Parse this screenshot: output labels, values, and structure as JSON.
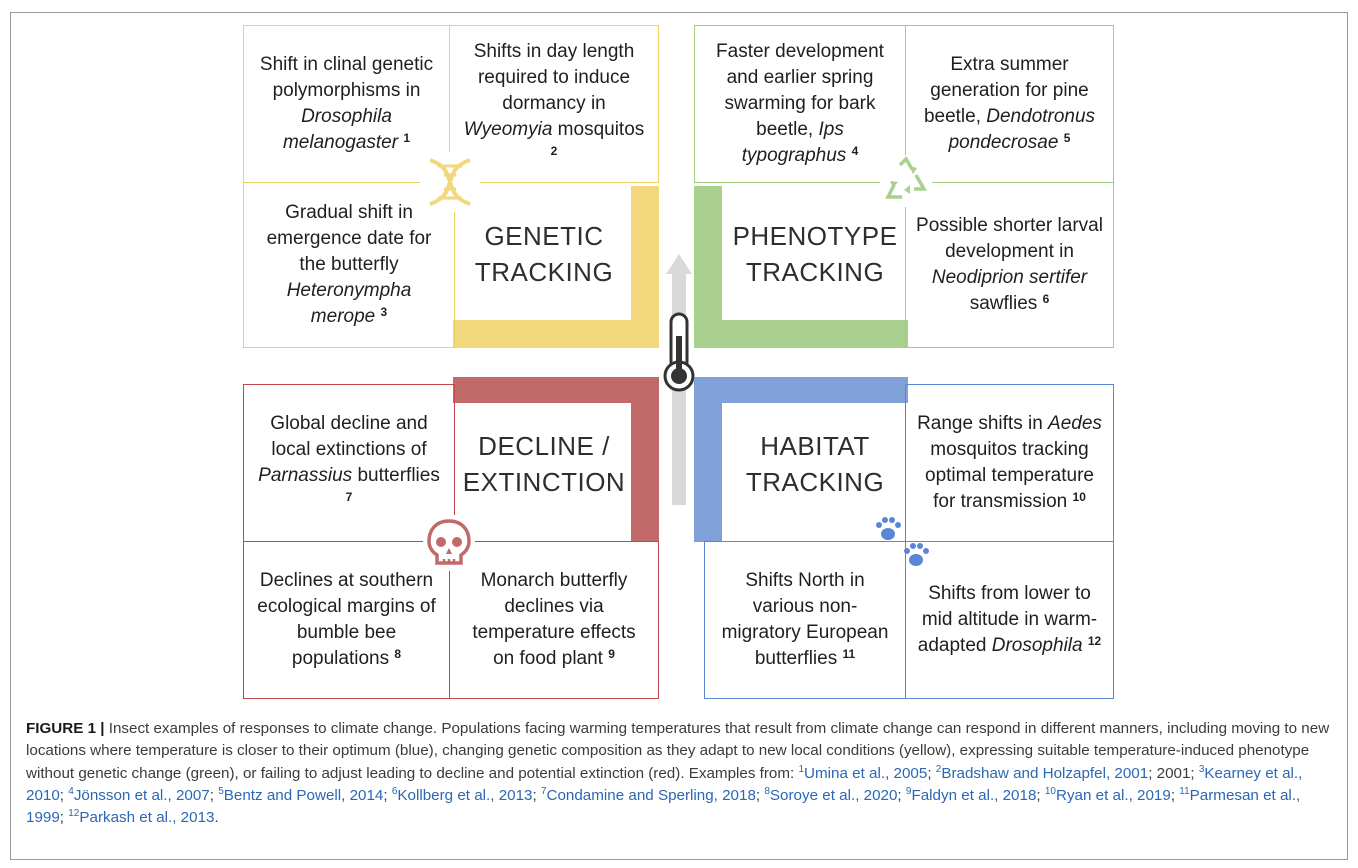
{
  "figure": {
    "categories": {
      "genetic": [
        "GENETIC",
        "TRACKING"
      ],
      "phenotype": [
        "PHENOTYPE",
        "TRACKING"
      ],
      "decline": [
        "DECLINE /",
        "EXTINCTION"
      ],
      "habitat": [
        "HABITAT",
        "TRACKING"
      ]
    },
    "colors": {
      "genetic": "#f3d77d",
      "phenotype": "#a9d08e",
      "decline": "#c26a6a",
      "habitat": "#7fa0d8",
      "arrow": "#d9d9d9"
    },
    "boxes": {
      "g1": {
        "text": "Shift in clinal genetic polymorphisms in ",
        "italic": "Drosophila melanogaster",
        "num": "1"
      },
      "g2": {
        "text": "Shifts in day length required to induce dormancy in ",
        "italic": "Wyeomyia",
        "after": " mosquitos",
        "num": "2"
      },
      "g3": {
        "text": "Gradual shift in emergence date for the butterfly ",
        "italic": "Heteronympha merope",
        "num": "3"
      },
      "p1": {
        "text": "Faster development and earlier spring swarming for bark beetle, ",
        "italic": "Ips typographus",
        "num": "4"
      },
      "p2": {
        "text": "Extra summer generation for pine beetle, ",
        "italic": "Dendotronus pondecrosae",
        "num": "5"
      },
      "p3": {
        "text": "Possible shorter larval development in ",
        "italic": "Neodiprion sertifer",
        "after": " sawflies",
        "num": "6"
      },
      "d1": {
        "text": "Global decline and local extinctions of ",
        "italic": "Parnassius",
        "after": " butterflies",
        "num": "7"
      },
      "d2": {
        "text": "Declines at southern ecological margins of bumble bee populations",
        "num": "8"
      },
      "d3": {
        "text": "Monarch butterfly declines via temperature effects on food plant",
        "num": "9"
      },
      "h1": {
        "text": "Range shifts in ",
        "italic": "Aedes",
        "after": " mosquitos tracking optimal temperature for transmission",
        "num": "10"
      },
      "h2": {
        "text": "Shifts North in various non-migratory European butterflies",
        "num": "11"
      },
      "h3": {
        "text": "Shifts from lower to mid altitude in warm-adapted ",
        "italic": "Drosophila",
        "num": "12"
      }
    },
    "icons": [
      "dna-icon",
      "recycle-icon",
      "skull-icon",
      "paw-prints-icon",
      "thermometer-icon",
      "up-arrow-icon"
    ]
  },
  "caption": {
    "label": "FIGURE 1 |",
    "text": " Insect examples of responses to climate change. Populations facing warming temperatures that result from climate change can respond in different manners, including moving to new locations where temperature is closer to their optimum (blue), changing genetic composition as they adapt to new local conditions (yellow), expressing suitable temperature-induced phenotype without genetic change (green), or failing to adjust leading to decline and potential extinction (red). Examples from: ",
    "refs": [
      {
        "n": "1",
        "t": "Umina et al., 2005",
        "sep": "; "
      },
      {
        "n": "2",
        "t": "Bradshaw and Holzapfel, 2001",
        "sep": "; 2001; "
      },
      {
        "n": "3",
        "t": "Kearney et al., 2010",
        "sep": "; "
      },
      {
        "n": "4",
        "t": "Jönsson et al., 2007",
        "sep": "; "
      },
      {
        "n": "5",
        "t": "Bentz and Powell, 2014",
        "sep": "; "
      },
      {
        "n": "6",
        "t": "Kollberg et al., 2013",
        "sep": "; "
      },
      {
        "n": "7",
        "t": "Condamine and Sperling, 2018",
        "sep": "; "
      },
      {
        "n": "8",
        "t": "Soroye et al., 2020",
        "sep": "; "
      },
      {
        "n": "9",
        "t": "Faldyn et al., 2018",
        "sep": "; "
      },
      {
        "n": "10",
        "t": "Ryan et al., 2019",
        "sep": "; "
      },
      {
        "n": "11",
        "t": "Parmesan et al., 1999",
        "sep": "; "
      },
      {
        "n": "12",
        "t": "Parkash et al., 2013",
        "sep": "."
      }
    ]
  }
}
